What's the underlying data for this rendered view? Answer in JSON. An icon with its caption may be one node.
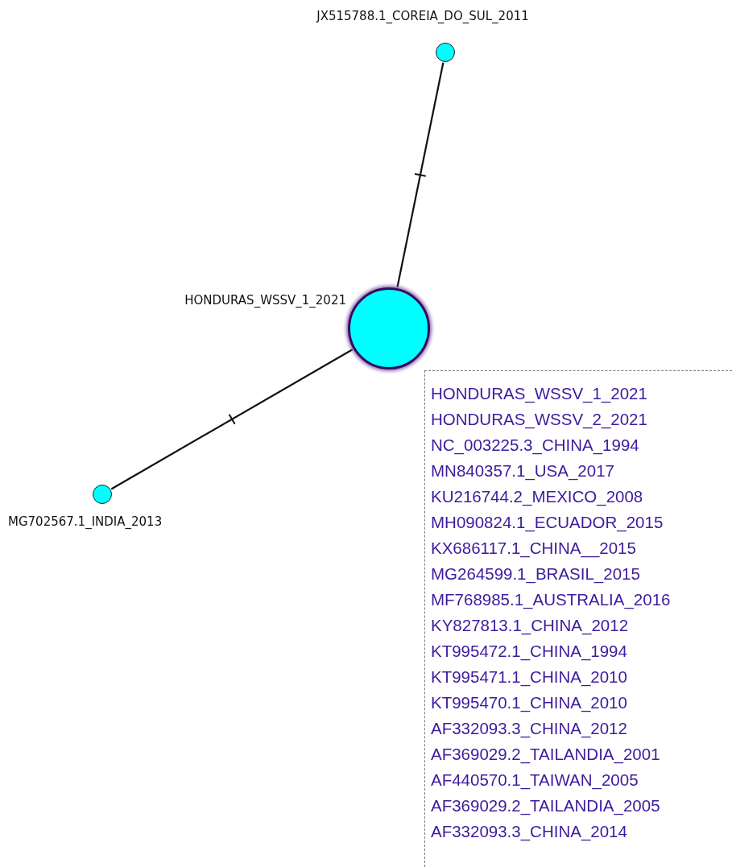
{
  "diagram": {
    "nodes": [
      {
        "text": [],
        "shape": "circle",
        "beside": [
          "HONDURAS_WSSV_1_2021"
        ]
      },
      {
        "text": [],
        "shape": "circle",
        "beside": [
          "JX515788.1_COREIA_DO_SUL_2011"
        ]
      },
      {
        "text": [],
        "shape": "circle",
        "beside": [
          "MG702567.1_INDIA_2013"
        ]
      },
      {
        "text": [
          "HONDURAS_WSSV_1_2021",
          "HONDURAS_WSSV_2_2021",
          "NC_003225.3_CHINA_1994",
          "MN840357.1_USA_2017",
          "KU216744.2_MEXICO_2008",
          "MH090824.1_ECUADOR_2015",
          "KX686117.1_CHINA__2015",
          "MG264599.1_BRASIL_2015",
          "MF768985.1_AUSTRALIA_2016",
          "KY827813.1_CHINA_2012",
          "KT995472.1_CHINA_1994",
          "KT995471.1_CHINA_2010",
          "KT995470.1_CHINA_2010",
          "AF332093.3_CHINA_2012",
          "AF369029.2_TAILANDIA_2001",
          "AF440570.1_TAIWAN_2005",
          "AF369029.2_TAILANDIA_2005",
          "AF332093.3_CHINA_2014"
        ]
      }
    ],
    "edges": [
      {
        "from": 0,
        "to": 1,
        "arrow": "none"
      },
      {
        "from": 0,
        "to": 2,
        "arrow": "none"
      }
    ]
  }
}
